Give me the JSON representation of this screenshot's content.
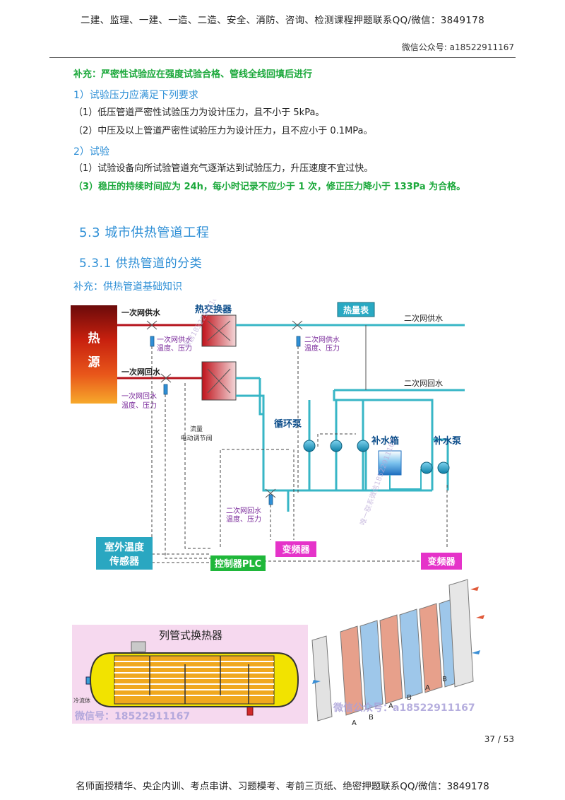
{
  "header": {
    "top_text": "二建、监理、一建、一造、二造、安全、消防、咨询、检测课程押题联系QQ/微信：3849178",
    "right_text": "微信公众号: a18522911167"
  },
  "content": {
    "supplement1": "补充：严密性试验应在强度试验合格、管线全线回填后进行",
    "sub1": "1）试验压力应满足下列要求",
    "p1": "（1）低压管道严密性试验压力为设计压力，且不小于 5kPa。",
    "p2": "（2）中压及以上管道严密性试验压力为设计压力，且不应小于 0.1MPa。",
    "sub2": "2）试验",
    "p3": "（1）试验设备向所试验管道充气逐渐达到试验压力，升压速度不宜过快。",
    "p4": "（3）稳压的持续时间应为 24h，每小时记录不应少于 1 次，修正压力降小于 133Pa 为合格。",
    "section": "5.3  城市供热管道工程",
    "subsection": "5.3.1  供热管道的分类",
    "supplement2": "补充：供热管道基础知识"
  },
  "diagram": {
    "heat_source": [
      "热",
      "源"
    ],
    "primary_supply": "一次网供水",
    "primary_return": "一次网回水",
    "heat_exchanger": "热交换器",
    "heat_meter": "热量表",
    "secondary_supply": "二次网供水",
    "secondary_return": "二次网回水",
    "primary_supply_tp": [
      "一次网供水",
      "温度、压力"
    ],
    "primary_return_tp": [
      "一次网回水",
      "温度、压力"
    ],
    "secondary_supply_tp": [
      "二次网供水",
      "温度、压力"
    ],
    "secondary_return_tp": [
      "二次网回水",
      "温度、压力"
    ],
    "flow_valve": [
      "流量",
      "电动调节阀"
    ],
    "circ_pump": "循环泵",
    "makeup_tank": "补水箱",
    "makeup_pump": "补水泵",
    "outdoor_sensor": [
      "室外温度",
      "传感器"
    ],
    "controller": "控制器PLC",
    "vfd1": "变频器",
    "vfd2": "变频器",
    "watermark_vertical": "微信18522911167",
    "watermark_lower": "唯一联系微信18522911167"
  },
  "exchangers": {
    "tube_title": "列管式换热器",
    "cold_fluid": "冷流体",
    "watermark_left": "微信号：18522911167",
    "watermark_right": "微信公众号：a18522911167",
    "plate_labels": [
      "A",
      "B",
      "A",
      "B",
      "A",
      "B"
    ]
  },
  "page": {
    "number": "37 / 53"
  },
  "footer": {
    "text": "名师面授精华、央企内训、考点串讲、习题模考、考前三页纸、绝密押题联系QQ/微信：3849178"
  }
}
